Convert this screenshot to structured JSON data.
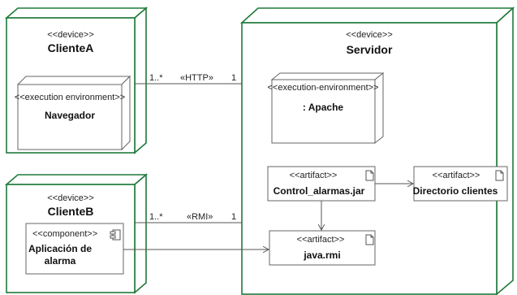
{
  "clienteA": {
    "stereotype": "<<device>>",
    "name": "ClienteA",
    "exec_env": {
      "stereotype": "<<execution environment>>",
      "name": "Navegador"
    }
  },
  "clienteB": {
    "stereotype": "<<device>>",
    "name": "ClienteB",
    "component": {
      "stereotype": "<<component>>",
      "name_line1": "Aplicación de",
      "name_line2": "alarma"
    }
  },
  "servidor": {
    "stereotype": "<<device>>",
    "name": "Servidor",
    "exec_env": {
      "stereotype": "<<execution-environment>>",
      "name": ": Apache"
    },
    "artifacts": [
      {
        "stereotype": "<<artifact>>",
        "name": "Control_alarmas.jar"
      },
      {
        "stereotype": "<<artifact>>",
        "name": "Directorio clientes"
      },
      {
        "stereotype": "<<artifact>>",
        "name": "java.rmi"
      }
    ]
  },
  "links": {
    "http": {
      "label": "«HTTP»",
      "mult_left": "1..*",
      "mult_right": "1"
    },
    "rmi": {
      "label": "«RMI»",
      "mult_left": "1..*",
      "mult_right": "1"
    }
  },
  "colors": {
    "node_border": "#1f7a3a",
    "inner_border": "#666666"
  }
}
